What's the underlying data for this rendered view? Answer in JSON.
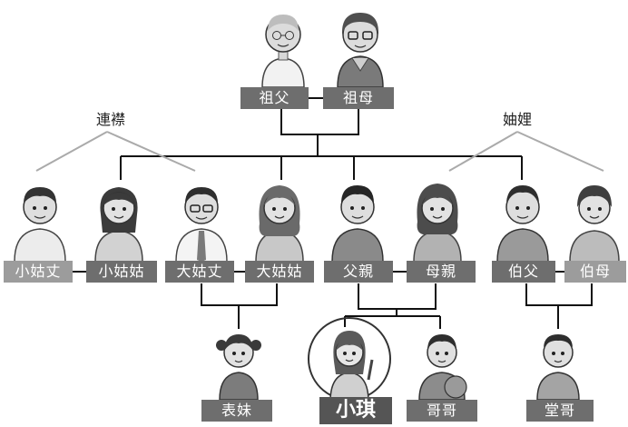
{
  "members": {
    "grandfather": "祖父",
    "grandmother": "祖母",
    "aunt_husband_younger": "小姑丈",
    "aunt_younger": "小姑姑",
    "aunt_husband_elder": "大姑丈",
    "aunt_elder": "大姑姑",
    "father": "父親",
    "mother": "母親",
    "uncle": "伯父",
    "uncle_wife": "伯母",
    "cousin_sister": "表妹",
    "self": "小琪",
    "brother": "哥哥",
    "cousin_brother": "堂哥"
  },
  "relations": {
    "left": "連襟",
    "right": "妯娌"
  },
  "colors": {
    "label_dark": "#6e6e6e",
    "label_light": "#9c9c9c",
    "line": "#111111",
    "relation_line": "#aaaaaa"
  }
}
